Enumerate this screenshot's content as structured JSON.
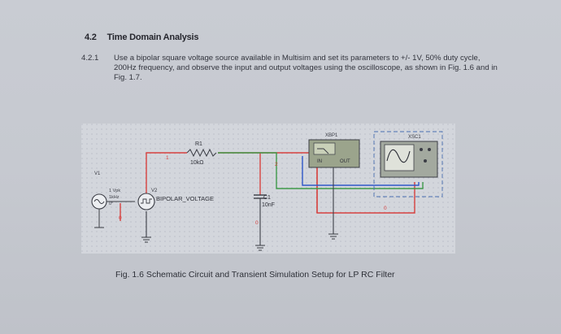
{
  "section": {
    "number": "4.2",
    "title": "Time Domain Analysis"
  },
  "step": {
    "number": "4.2.1",
    "text": "Use a bipolar square voltage source available in Multisim and set its parameters to +/- 1V, 50% duty cycle, 200Hz frequency, and observe the input and output voltages using the oscilloscope, as shown in Fig. 1.6 and in Fig. 1.7."
  },
  "schematic": {
    "source_ref": "V1",
    "source_params": [
      "1 Vpk",
      "1kHz",
      "0°"
    ],
    "v2_ref": "V2",
    "v2_label": "BIPOLAR_VOLTAGE",
    "r1_ref": "R1",
    "r1_value": "10kΩ",
    "c1_ref": "C1",
    "c1_value": "10nF",
    "net_1": "1",
    "net_2": "2",
    "net_0a": "0",
    "net_0b": "0",
    "net_0c": "0",
    "bode_ref": "XBP1",
    "bode_in": "IN",
    "bode_out": "OUT",
    "scope_ref": "XSC1",
    "wire_colors": {
      "red": "#d8413f",
      "green": "#3f9a4a",
      "blue": "#2f58c8"
    }
  },
  "figure": {
    "caption": "Fig. 1.6 Schematic Circuit and Transient Simulation Setup for LP RC Filter"
  }
}
